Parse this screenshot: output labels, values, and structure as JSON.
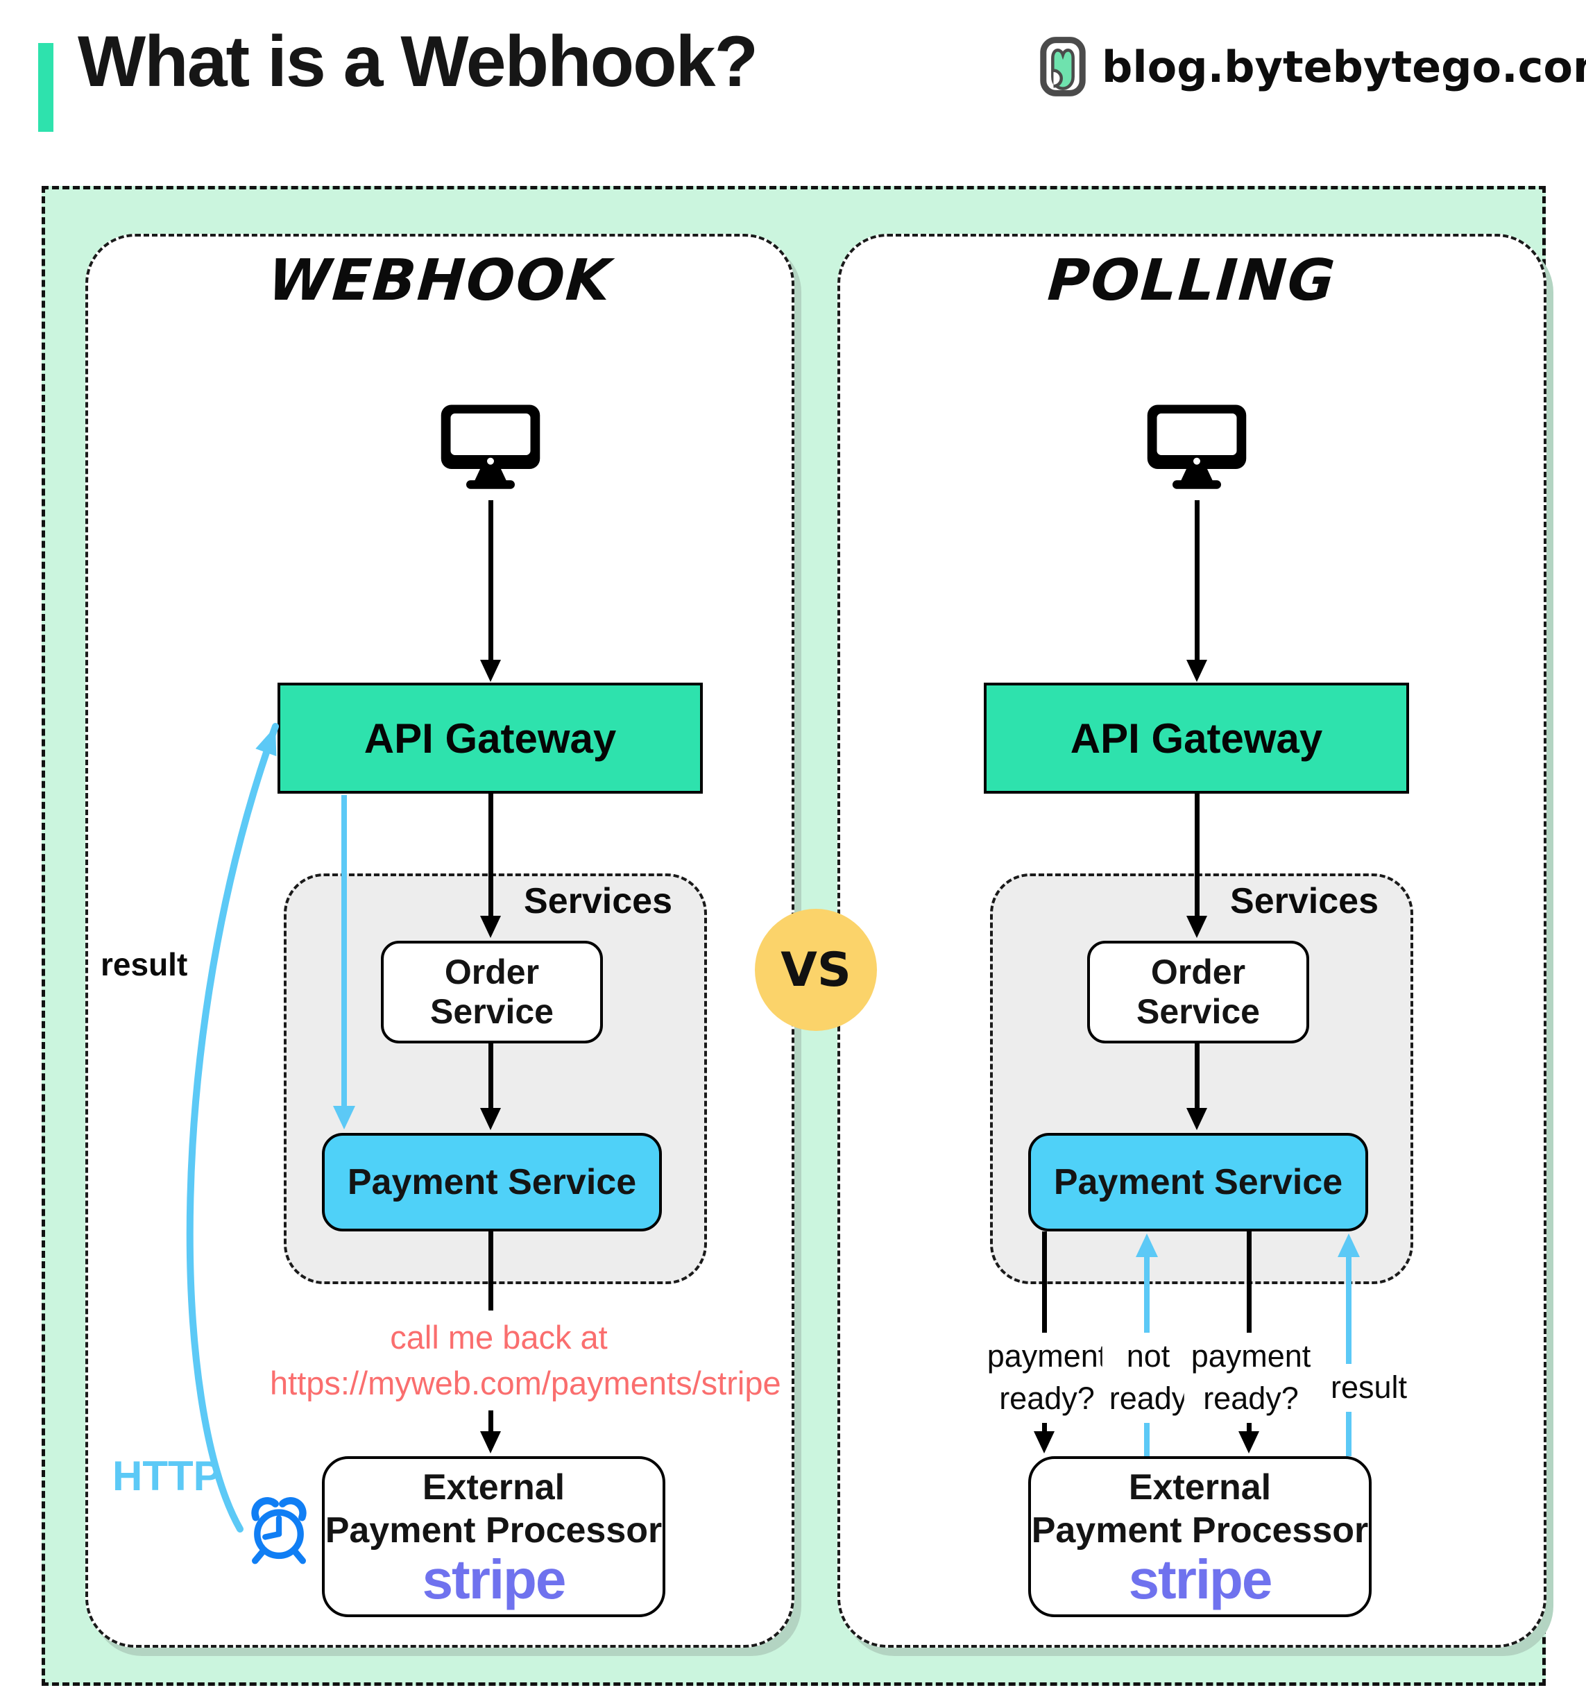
{
  "header": {
    "title": "What is a Webhook?",
    "site": "blog.bytebytego.com"
  },
  "vs_label": "VS",
  "colors": {
    "mint_background": "#cbf5de",
    "teal_accent": "#2ee2ad",
    "payment_blue": "#4fd1f8",
    "arrow_blue": "#5cc9f6",
    "alarm_blue": "#107ef4",
    "callback_red": "#fa6e6e",
    "stripe_purple": "#6f72ee",
    "services_gray": "#ededed",
    "vs_yellow": "#fbd36a"
  },
  "webhook": {
    "title": "Webhook",
    "api_gateway": "API Gateway",
    "services": "Services",
    "order": [
      "Order",
      "Service"
    ],
    "payment": "Payment Service",
    "callback": [
      "call me back at",
      "https://myweb.com/payments/stripe"
    ],
    "external": [
      "External",
      "Payment Processor"
    ],
    "stripe": "stripe",
    "result": "result",
    "http": "HTTP"
  },
  "polling": {
    "title": "Polling",
    "api_gateway": "API Gateway",
    "services": "Services",
    "order": [
      "Order",
      "Service"
    ],
    "payment": "Payment Service",
    "external": [
      "External",
      "Payment Processor"
    ],
    "stripe": "stripe",
    "labels": [
      [
        "payment",
        "ready?"
      ],
      [
        "not",
        "ready"
      ],
      [
        "payment",
        "ready?"
      ],
      [
        "result"
      ]
    ]
  }
}
